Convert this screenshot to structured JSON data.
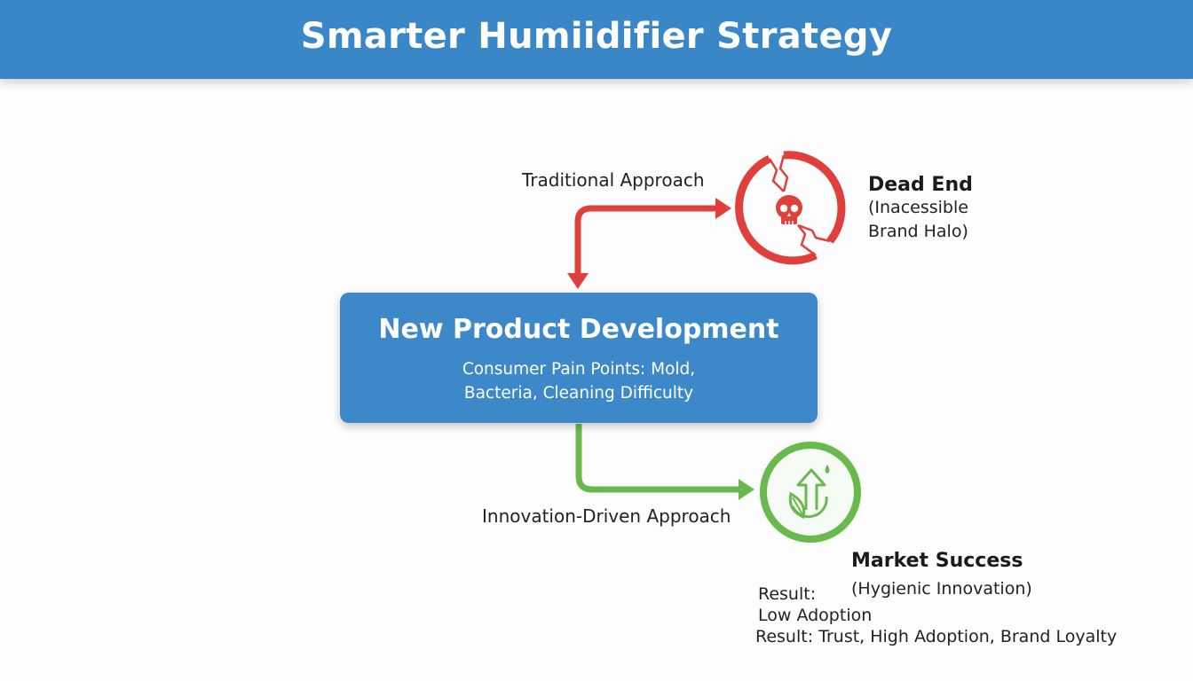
{
  "header": {
    "title": "Smarter Humiidifier Strategy",
    "background": "#3a87c8"
  },
  "center_node": {
    "title": "New Product Development",
    "subtitle_line1": "Consumer Pain Points: Mold,",
    "subtitle_line2": "Bacteria, Cleaning Difficulty",
    "color": "#3d88c9"
  },
  "traditional_path": {
    "label": "Traditional Approach",
    "color": "#e0403c",
    "icon": "broken-circle-skull-icon",
    "outcome_title": "Dead End",
    "outcome_sub_line1": "(Inacessible",
    "outcome_sub_line2": "Brand Halo)",
    "result_label": "Result:",
    "result_value": "Low Adoption"
  },
  "innovation_path": {
    "label": "Innovation-Driven Approach",
    "color": "#6ab94f",
    "icon": "growth-arrow-leaf-droplet-icon",
    "outcome_title": "Market Success",
    "outcome_sub": "(Hygienic Innovation)",
    "result": "Result: Trust, High Adoption, Brand Loyalty"
  }
}
